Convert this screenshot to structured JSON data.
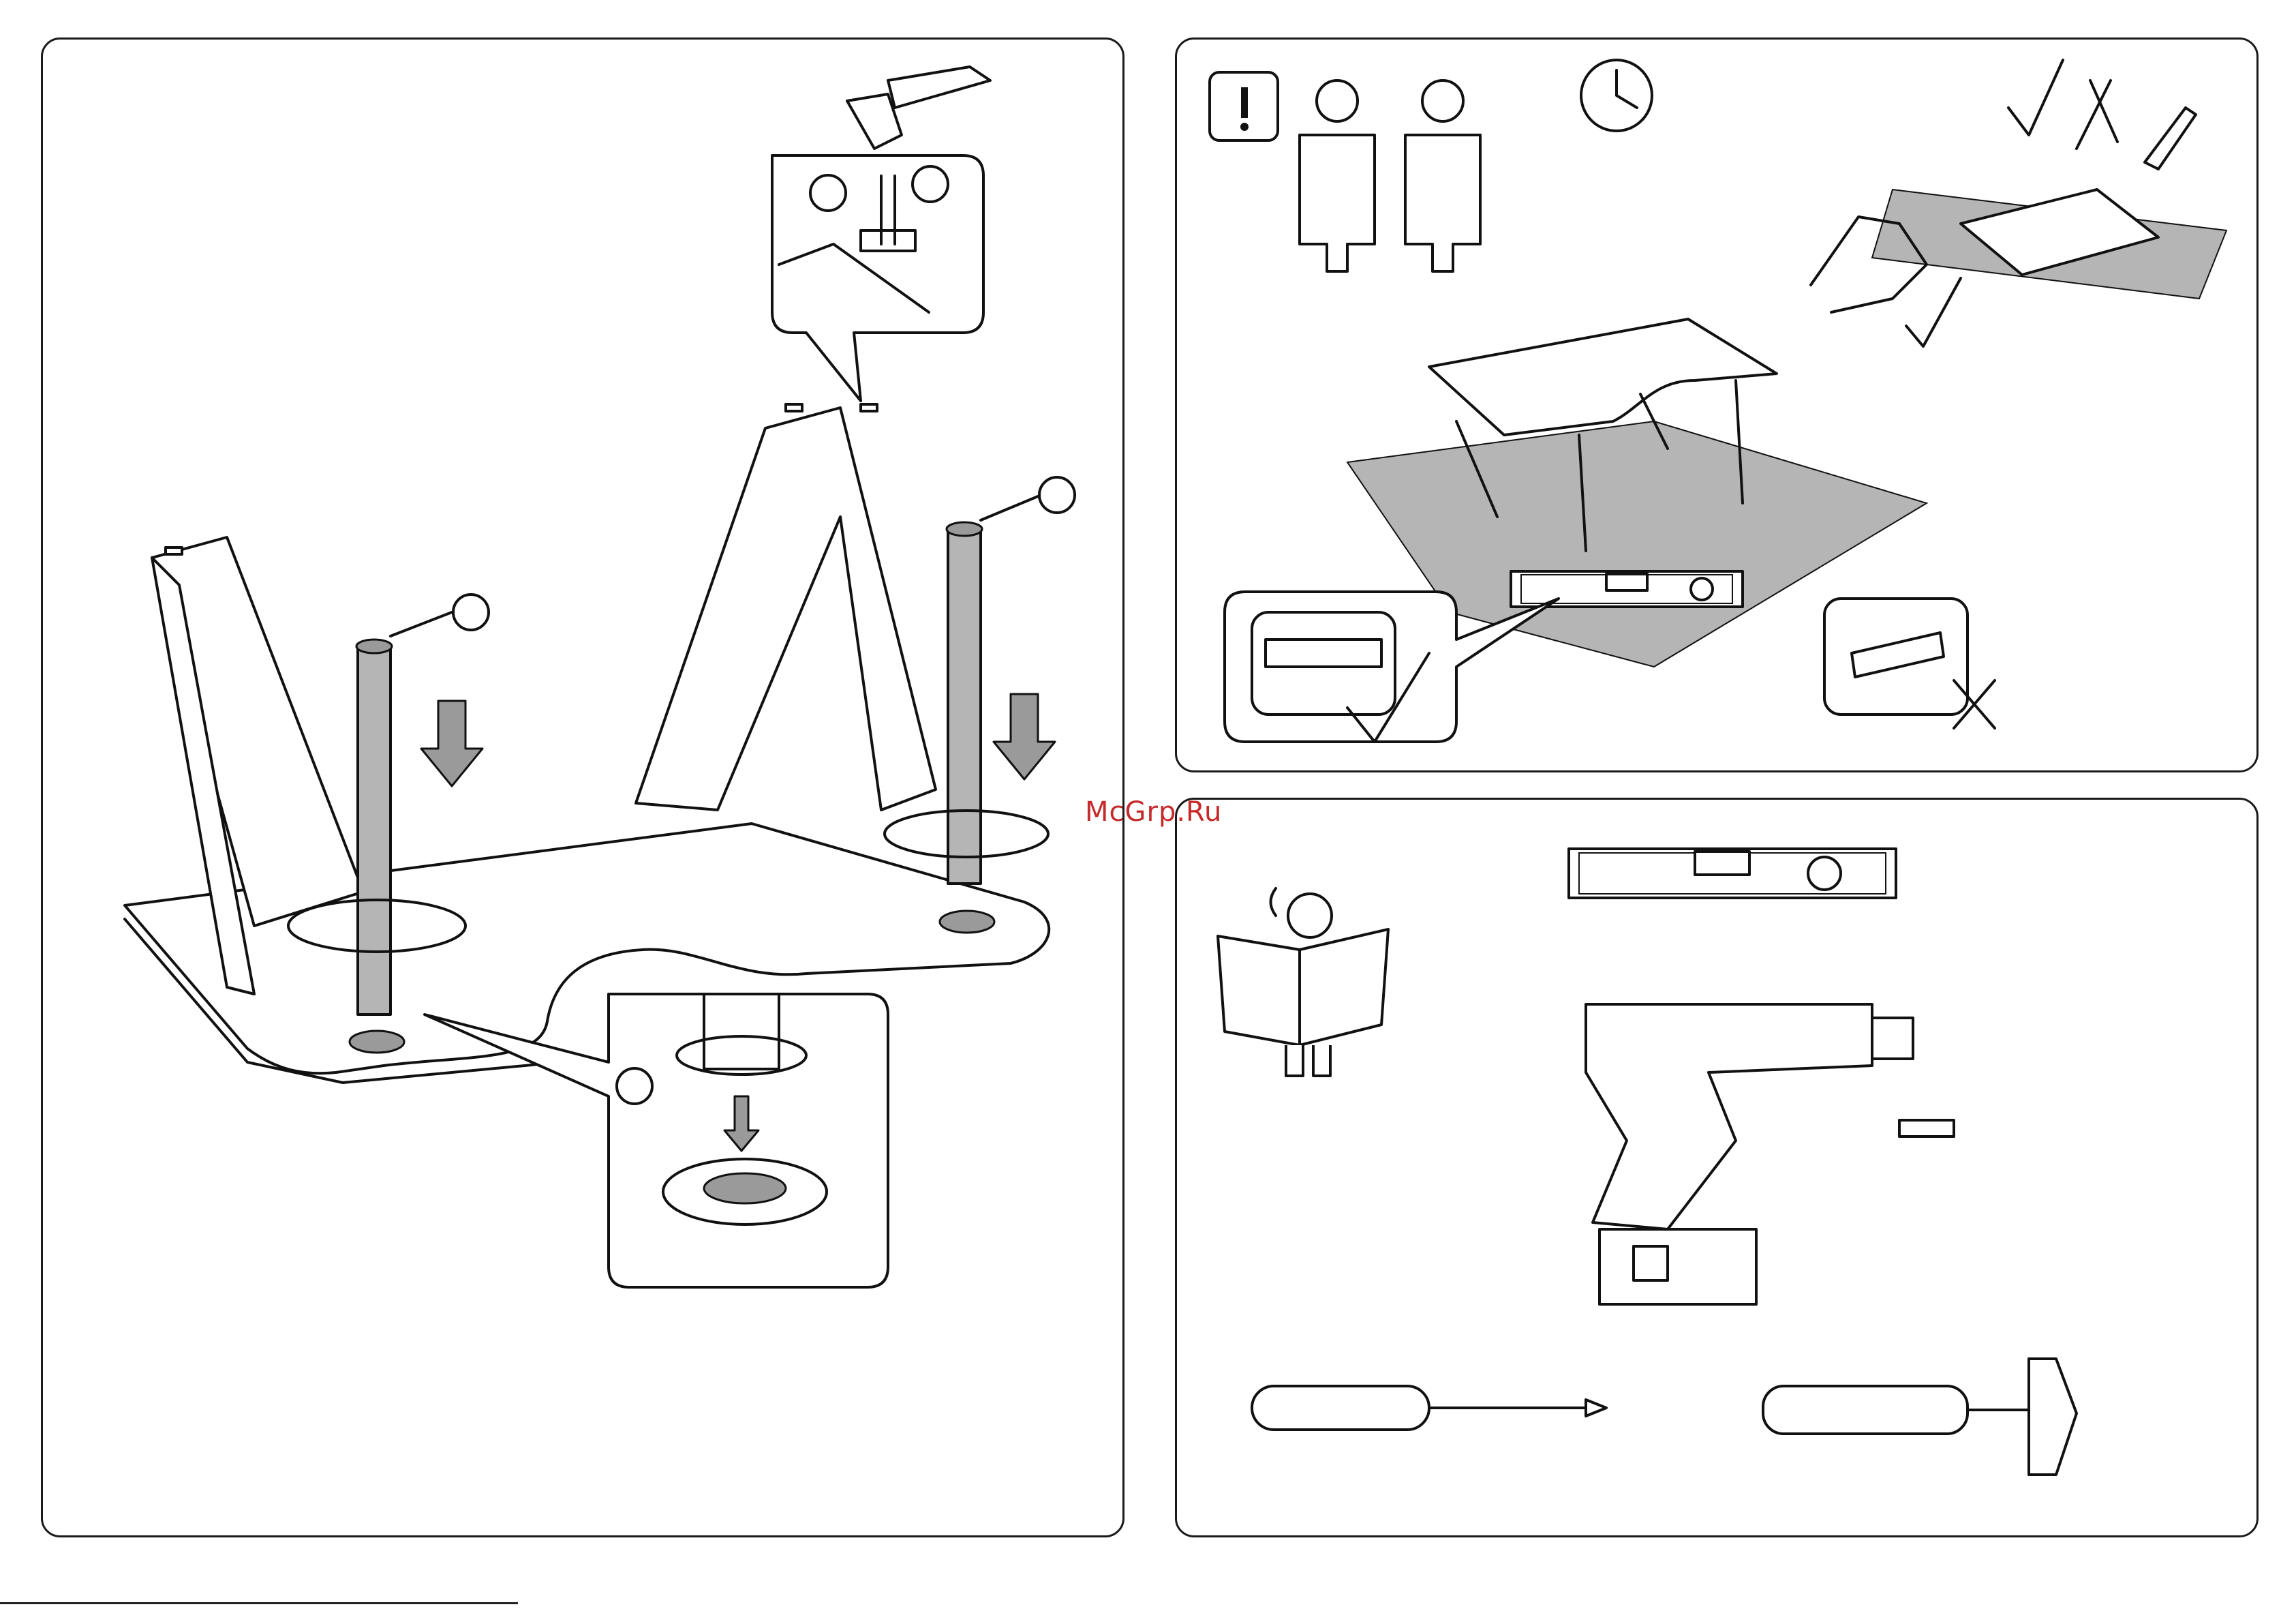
{
  "watermark": "McGrp.Ru",
  "panels": {
    "assembly": "leg-assembly-step",
    "safety": "safety-requirements",
    "tools": "required-tools"
  }
}
